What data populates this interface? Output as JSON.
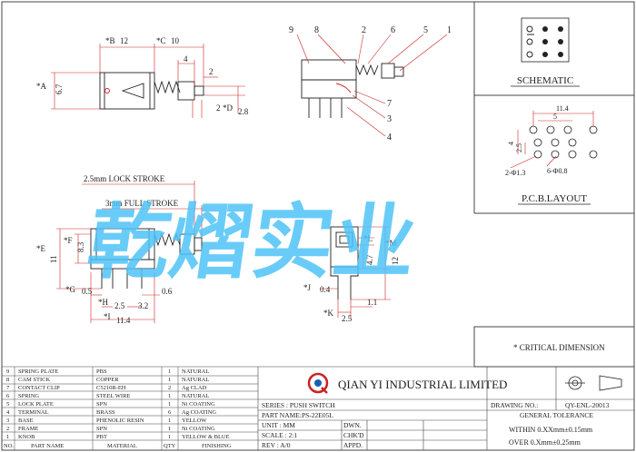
{
  "callouts": {
    "top_numbers": [
      "9",
      "8",
      "2",
      "6",
      "5",
      "1"
    ],
    "side_numbers": [
      "7",
      "3",
      "4"
    ]
  },
  "front_view": {
    "dims": {
      "B": "12",
      "C": "10",
      "A": "6.7",
      "small4": "4",
      "small2": "2",
      "D_prefix": "2",
      "D": "2.8"
    }
  },
  "side_view": {
    "lock_stroke": "2.5mm LOCK STROKE",
    "full_stroke": "3mm FULL STROKE",
    "dims": {
      "F": "8.3",
      "E": "11",
      "G": "0.5",
      "G2": "0.6",
      "H": "2.5",
      "H2": "3.2",
      "I": "11.4"
    }
  },
  "end_view": {
    "dims": {
      "L": "L",
      "M": "M",
      "v47": "4.7",
      "v12": "12",
      "J": "0.4",
      "j11": "1.1",
      "K": "2.5"
    }
  },
  "panels": {
    "schematic": "SCHEMATIC",
    "pcb": "P.C.B.LAYOUT",
    "pcb_dims": {
      "w114": "11.4",
      "w5": "5",
      "h4": "4",
      "h25": "2.5",
      "hole_a": "2-Φ1.3",
      "hole_b": "6-Φ0.8"
    },
    "critical": "* CRITICAL  DIMENSION"
  },
  "watermark": "乾熠实业",
  "company": "QIAN  YI  INDUSTRIAL  LIMITED",
  "title_block": {
    "series": "SERIES : PUSH SWITCH",
    "part_name": "PART NAME:PS-22E05L",
    "unit": "UNIT  :  MM",
    "scale": "SCALE : 2:1",
    "rev": "REV   : A/0",
    "dwn": "DWN.",
    "chkd": "CHK'D",
    "appd": "APPD.",
    "drawing_no_label": "DRAWING NO.:",
    "drawing_no": "QY-ENL-20013",
    "general_tol": "GENERAL TOLERANCE",
    "within": "WITHIN 0.XXmm±0.15mm",
    "over": "OVER    0.Xmm±0.25mm"
  },
  "bom": {
    "headers": [
      "NO.",
      "PART NAME",
      "MATERIAL",
      "QTY",
      "FINISHING"
    ],
    "rows": [
      {
        "no": "9",
        "part": "SPRING PLATE",
        "mat": "PBS",
        "qty": "1",
        "fin": "NATURAL"
      },
      {
        "no": "8",
        "part": "CAM STICK",
        "mat": "COPPER",
        "qty": "1",
        "fin": "NATURAL"
      },
      {
        "no": "7",
        "part": "CONTACT CLIP",
        "mat": "C5210R-EH",
        "qty": "2",
        "fin": "Ag CLAD"
      },
      {
        "no": "6",
        "part": "SPRING",
        "mat": "STEEL WIRE",
        "qty": "1",
        "fin": "NATURAL"
      },
      {
        "no": "5",
        "part": "LOCK PLATE",
        "mat": "SPN",
        "qty": "1",
        "fin": "Ni COATING"
      },
      {
        "no": "4",
        "part": "TERMINAL",
        "mat": "BRASS",
        "qty": "6",
        "fin": "Ag COATING"
      },
      {
        "no": "3",
        "part": "BASE",
        "mat": "PHENOLIC RESIN",
        "qty": "1",
        "fin": "YELLOW"
      },
      {
        "no": "2",
        "part": "FRAME",
        "mat": "SPN",
        "qty": "1",
        "fin": "Ni COATING"
      },
      {
        "no": "1",
        "part": "KNOB",
        "mat": "PBT",
        "qty": "1",
        "fin": "YELLOW & BLUE"
      }
    ]
  },
  "colors": {
    "line": "#222222",
    "dim": "#cc2222",
    "watermark": "#4fc3f7"
  }
}
